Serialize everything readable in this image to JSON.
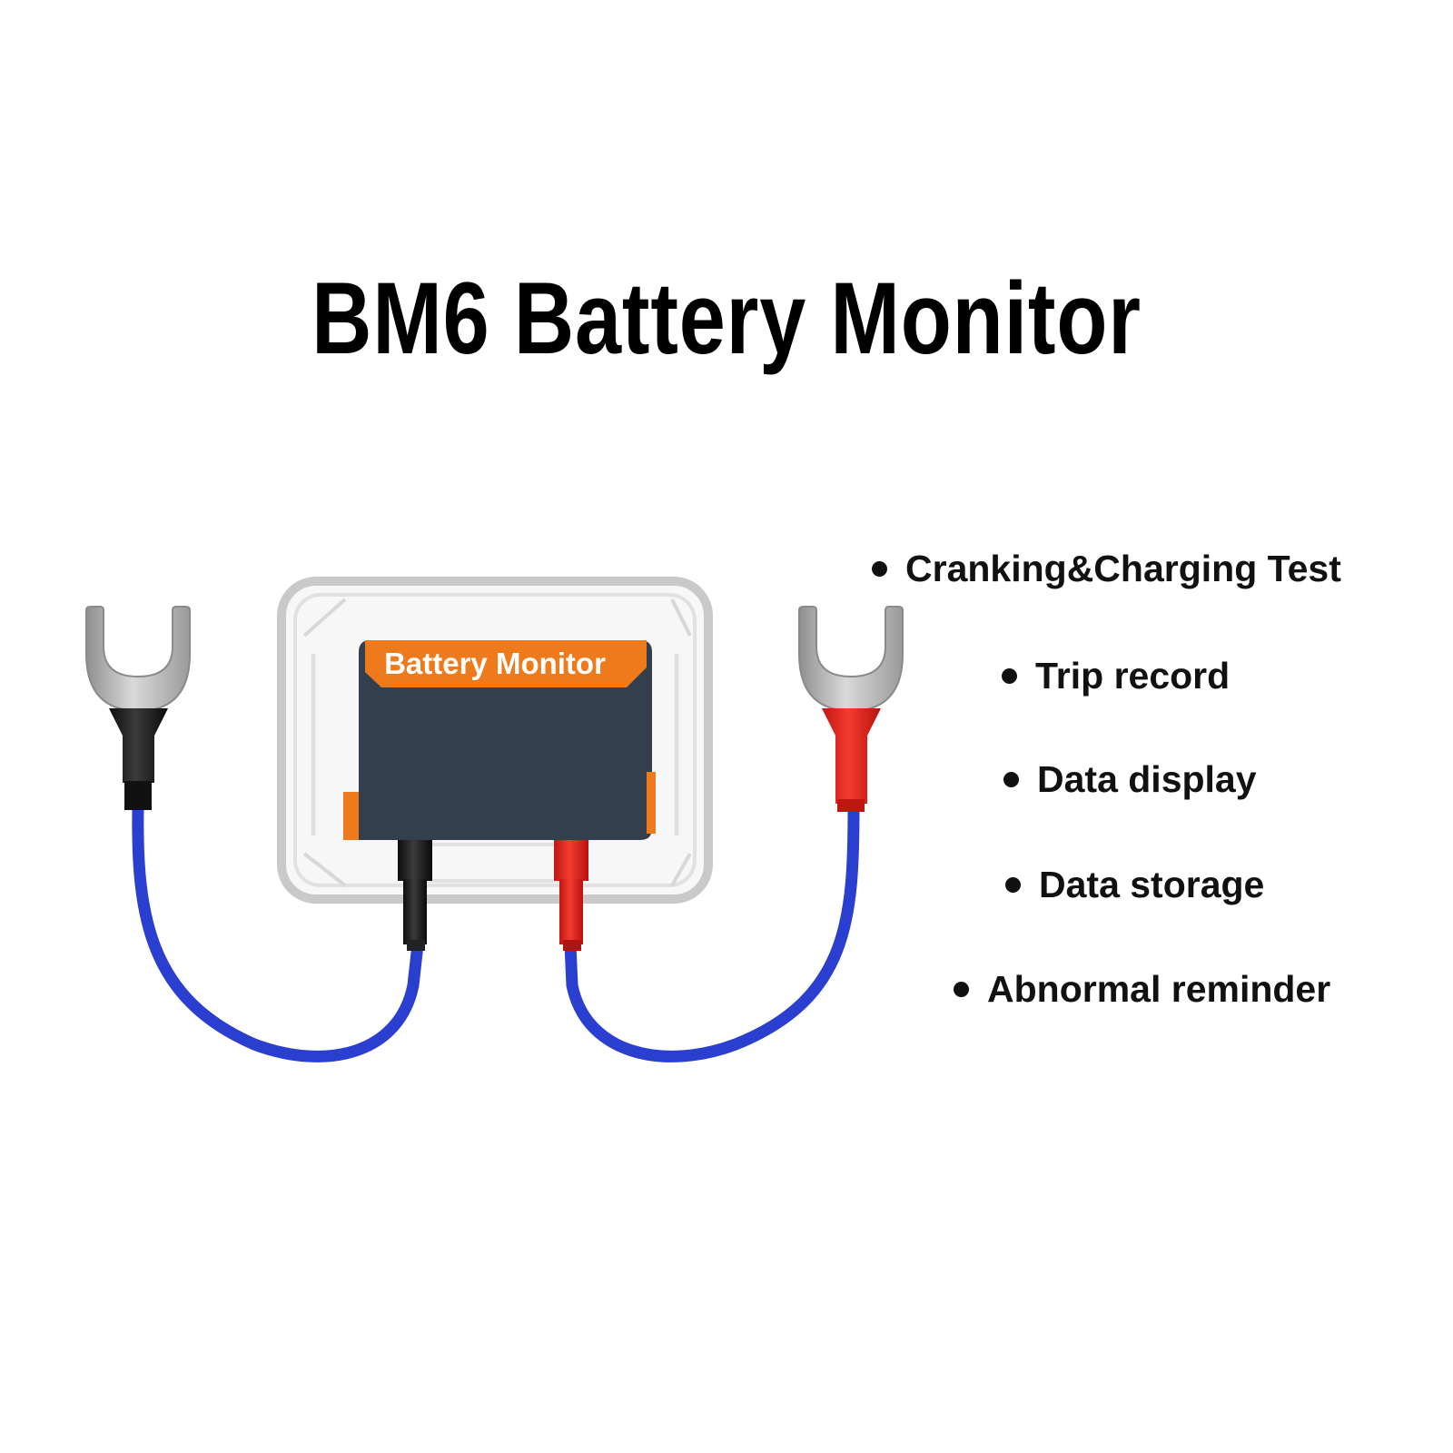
{
  "title": "BM6 Battery Monitor",
  "device": {
    "label": "Battery Monitor"
  },
  "features": [
    "Cranking&Charging Test",
    "Trip record",
    "Data display",
    "Data storage",
    "Abnormal reminder"
  ],
  "colors": {
    "label_orange": "#ee7a1c",
    "body_dark": "#343f4d",
    "wire_blue": "#2a3fd0",
    "terminal_red": "#e3231c",
    "terminal_black": "#1a1a1a",
    "terminal_metal": "#a9a9a9"
  }
}
